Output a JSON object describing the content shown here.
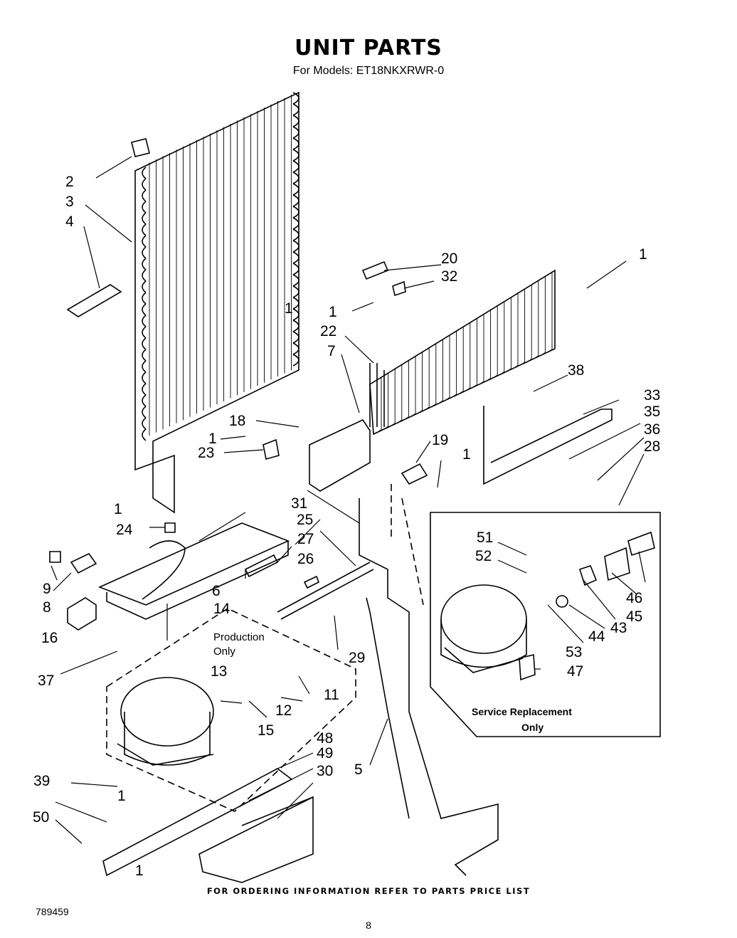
{
  "title": "UNIT PARTS",
  "subtitle": "For Models: ET18NKXRWR-0",
  "footer": "FOR ORDERING INFORMATION REFER TO PARTS PRICE LIST",
  "doc_number": "789459",
  "page_number": "8",
  "notes": {
    "production_line1": "Production",
    "production_line2": "Only",
    "service_line1": "Service Replacement",
    "service_line2": "Only"
  },
  "callouts": [
    "2",
    "3",
    "4",
    "20",
    "32",
    "1",
    "22",
    "7",
    "38",
    "33",
    "35",
    "36",
    "28",
    "18",
    "23",
    "19",
    "31",
    "25",
    "27",
    "26",
    "24",
    "9",
    "8",
    "16",
    "6",
    "14",
    "51",
    "52",
    "46",
    "45",
    "43",
    "44",
    "53",
    "47",
    "37",
    "13",
    "11",
    "12",
    "15",
    "29",
    "48",
    "49",
    "30",
    "39",
    "50",
    "5"
  ]
}
